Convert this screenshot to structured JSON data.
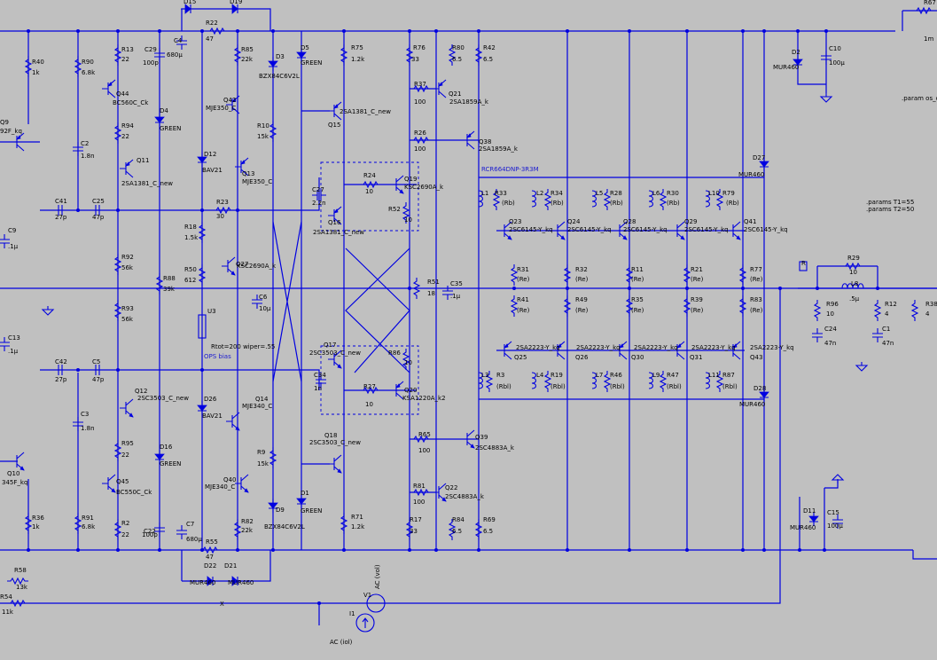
{
  "params": {
    "param_os": ".param os_c",
    "t1": ".params T1=55",
    "t2": ".params T2=50",
    "rcr": "RCR664DNP-3R3M",
    "ops_bias": "OPS bias",
    "pot": "Rtot=200 wiper=.55"
  },
  "sources": {
    "v1": "V1",
    "v1_value": "AC (vol)",
    "i1": "I1",
    "i1_value": "AC (iol)",
    "x_label": "X"
  },
  "resistors": [
    {
      "ref": "R40",
      "value": "1k"
    },
    {
      "ref": "R90",
      "value": "6.8k"
    },
    {
      "ref": "R13",
      "value": "22"
    },
    {
      "ref": "R22",
      "value": "47"
    },
    {
      "ref": "R85",
      "value": "22k"
    },
    {
      "ref": "R75",
      "value": "1.2k"
    },
    {
      "ref": "R76",
      "value": "33"
    },
    {
      "ref": "R80",
      "value": "6.5"
    },
    {
      "ref": "R42",
      "value": "6.5"
    },
    {
      "ref": "R37",
      "value": "100"
    },
    {
      "ref": "R94",
      "value": "22"
    },
    {
      "ref": "R10",
      "value": "15k"
    },
    {
      "ref": "R26",
      "value": "100"
    },
    {
      "ref": "R24",
      "value": "10"
    },
    {
      "ref": "R52",
      "value": "10"
    },
    {
      "ref": "R23",
      "value": "30"
    },
    {
      "ref": "R18",
      "value": "1.5k"
    },
    {
      "ref": "R50",
      "value": "612"
    },
    {
      "ref": "R92",
      "value": "56k"
    },
    {
      "ref": "R88",
      "value": "39k"
    },
    {
      "ref": "R93",
      "value": "56k"
    },
    {
      "ref": "R51",
      "value": "18"
    },
    {
      "ref": "R86",
      "value": "10"
    },
    {
      "ref": "R27",
      "value": "10"
    },
    {
      "ref": "R95",
      "value": "22"
    },
    {
      "ref": "R9",
      "value": "15k"
    },
    {
      "ref": "R65",
      "value": "100"
    },
    {
      "ref": "R81",
      "value": "100"
    },
    {
      "ref": "R36",
      "value": "1k"
    },
    {
      "ref": "R91",
      "value": "6.8k"
    },
    {
      "ref": "R2",
      "value": "22"
    },
    {
      "ref": "R55",
      "value": "47"
    },
    {
      "ref": "R82",
      "value": "22k"
    },
    {
      "ref": "R71",
      "value": "1.2k"
    },
    {
      "ref": "R17",
      "value": "33"
    },
    {
      "ref": "R84",
      "value": "6.5"
    },
    {
      "ref": "R69",
      "value": "6.5"
    },
    {
      "ref": "R58",
      "value": "13k"
    },
    {
      "ref": "R54",
      "value": "11k"
    },
    {
      "ref": "R33",
      "value": "(Rb)"
    },
    {
      "ref": "R34",
      "value": "(Rb)"
    },
    {
      "ref": "R28",
      "value": "(Rb)"
    },
    {
      "ref": "R30",
      "value": "(Rb)"
    },
    {
      "ref": "R79",
      "value": "(Rb)"
    },
    {
      "ref": "R31",
      "value": "(Re)"
    },
    {
      "ref": "R32",
      "value": "(Re)"
    },
    {
      "ref": "R11",
      "value": "(Re)"
    },
    {
      "ref": "R21",
      "value": "(Re)"
    },
    {
      "ref": "R77",
      "value": "(Re)"
    },
    {
      "ref": "R41",
      "value": "(Re)"
    },
    {
      "ref": "R49",
      "value": "(Re)"
    },
    {
      "ref": "R35",
      "value": "(Re)"
    },
    {
      "ref": "R39",
      "value": "(Re)"
    },
    {
      "ref": "R83",
      "value": "(Re)"
    },
    {
      "ref": "R3",
      "value": "(Rbl)"
    },
    {
      "ref": "R19",
      "value": "(Rbl)"
    },
    {
      "ref": "R46",
      "value": "(Rbl)"
    },
    {
      "ref": "R47",
      "value": "(Rbl)"
    },
    {
      "ref": "R87",
      "value": "(Rbl)"
    },
    {
      "ref": "R29",
      "value": "10"
    },
    {
      "ref": "R96",
      "value": "10"
    },
    {
      "ref": "R12",
      "value": "4"
    },
    {
      "ref": "R38",
      "value": "4"
    },
    {
      "ref": "R67",
      "value": "1m"
    }
  ],
  "capacitors": [
    {
      "ref": "C29",
      "value": "100p"
    },
    {
      "ref": "C4",
      "value": "680µ"
    },
    {
      "ref": "C2",
      "value": "1.8n"
    },
    {
      "ref": "C41",
      "value": "27p"
    },
    {
      "ref": "C25",
      "value": "47p"
    },
    {
      "ref": "C27",
      "value": "2.2n"
    },
    {
      "ref": "C9",
      "value": ".1µ"
    },
    {
      "ref": "C6",
      "value": "10µ"
    },
    {
      "ref": "C35",
      "value": ".1µ"
    },
    {
      "ref": "C13",
      "value": ".1µ"
    },
    {
      "ref": "C42",
      "value": "27p"
    },
    {
      "ref": "C5",
      "value": "47p"
    },
    {
      "ref": "C34",
      "value": "1n"
    },
    {
      "ref": "C3",
      "value": "1.8n"
    },
    {
      "ref": "C22",
      "value": "100p"
    },
    {
      "ref": "C7",
      "value": "680µ"
    },
    {
      "ref": "C10",
      "value": "100µ"
    },
    {
      "ref": "C24",
      "value": "47n"
    },
    {
      "ref": "C1",
      "value": "47n"
    },
    {
      "ref": "C15",
      "value": "100µ"
    }
  ],
  "transistors": [
    {
      "ref": "Q44",
      "model": "BC560C_Ck"
    },
    {
      "ref": "Q11",
      "model": "2SA1381_C_new"
    },
    {
      "ref": "Q42",
      "model": "MJE350_C"
    },
    {
      "ref": "Q13",
      "model": "MJE350_C"
    },
    {
      "ref": "Q15",
      "model": "2SA1381_C_new"
    },
    {
      "ref": "Q21",
      "model": "2SA1859A_k"
    },
    {
      "ref": "Q38",
      "model": "2SA1859A_k"
    },
    {
      "ref": "Q19",
      "model": "KSC2690A_k"
    },
    {
      "ref": "Q16",
      "model": "2SA1381_C_new"
    },
    {
      "ref": "Q27",
      "model": "KSC2690A_k"
    },
    {
      "ref": "Q17",
      "model": "2SC3503_C_new"
    },
    {
      "ref": "Q20",
      "model": "KSA1220A_k2"
    },
    {
      "ref": "Q12",
      "model": "2SC3503_C_new"
    },
    {
      "ref": "Q14",
      "model": "MJE340_C"
    },
    {
      "ref": "Q40",
      "model": "MJE340_C"
    },
    {
      "ref": "Q18",
      "model": "2SC3503_C_new"
    },
    {
      "ref": "Q39",
      "model": "2SC4883A_k"
    },
    {
      "ref": "Q22",
      "model": "2SC4883A_k"
    },
    {
      "ref": "Q45",
      "model": "BC550C_Ck"
    },
    {
      "ref": "Q10",
      "model": "345F_kq"
    },
    {
      "ref": "Q9",
      "model": "92F_kq"
    },
    {
      "ref": "Q23",
      "model": "2SC6145-Y_kq"
    },
    {
      "ref": "Q24",
      "model": "2SC6145-Y_kq"
    },
    {
      "ref": "Q28",
      "model": "2SC6145-Y_kq"
    },
    {
      "ref": "Q29",
      "model": "2SC6145-Y_kq"
    },
    {
      "ref": "Q41",
      "model": "2SC6145-Y_kq"
    },
    {
      "ref": "Q25",
      "model": "2SA2223-Y_kq"
    },
    {
      "ref": "Q26",
      "model": "2SA2223-Y_kq"
    },
    {
      "ref": "Q30",
      "model": "2SA2223-Y_kq"
    },
    {
      "ref": "Q31",
      "model": "2SA2223-Y_kq"
    },
    {
      "ref": "Q43",
      "model": "2SA2223-Y_kq"
    }
  ],
  "diodes": [
    {
      "ref": "D15"
    },
    {
      "ref": "D19"
    },
    {
      "ref": "D3",
      "model": "BZX84C6V2L"
    },
    {
      "ref": "D5",
      "model": "GREEN"
    },
    {
      "ref": "D4",
      "model": "GREEN"
    },
    {
      "ref": "D12",
      "model": "BAV21"
    },
    {
      "ref": "D26",
      "model": "BAV21"
    },
    {
      "ref": "D16",
      "model": "GREEN"
    },
    {
      "ref": "D1",
      "model": "GREEN"
    },
    {
      "ref": "D9",
      "model": "BZX84C6V2L"
    },
    {
      "ref": "D22",
      "model": "MUR460"
    },
    {
      "ref": "D21",
      "model": "MUR460"
    },
    {
      "ref": "D2",
      "model": "MUR460"
    },
    {
      "ref": "D27",
      "model": "MUR460"
    },
    {
      "ref": "D28",
      "model": "MUR460"
    },
    {
      "ref": "D11",
      "model": "MUR460"
    }
  ],
  "inductors": [
    {
      "ref": "L1"
    },
    {
      "ref": "L2"
    },
    {
      "ref": "L5"
    },
    {
      "ref": "L6"
    },
    {
      "ref": "L10"
    },
    {
      "ref": "L3"
    },
    {
      "ref": "L4"
    },
    {
      "ref": "L7"
    },
    {
      "ref": "L9"
    },
    {
      "ref": "L11"
    },
    {
      "ref": "L8",
      "value": ".5µ"
    }
  ],
  "misc": {
    "u3": "U3",
    "r_label": "R"
  }
}
